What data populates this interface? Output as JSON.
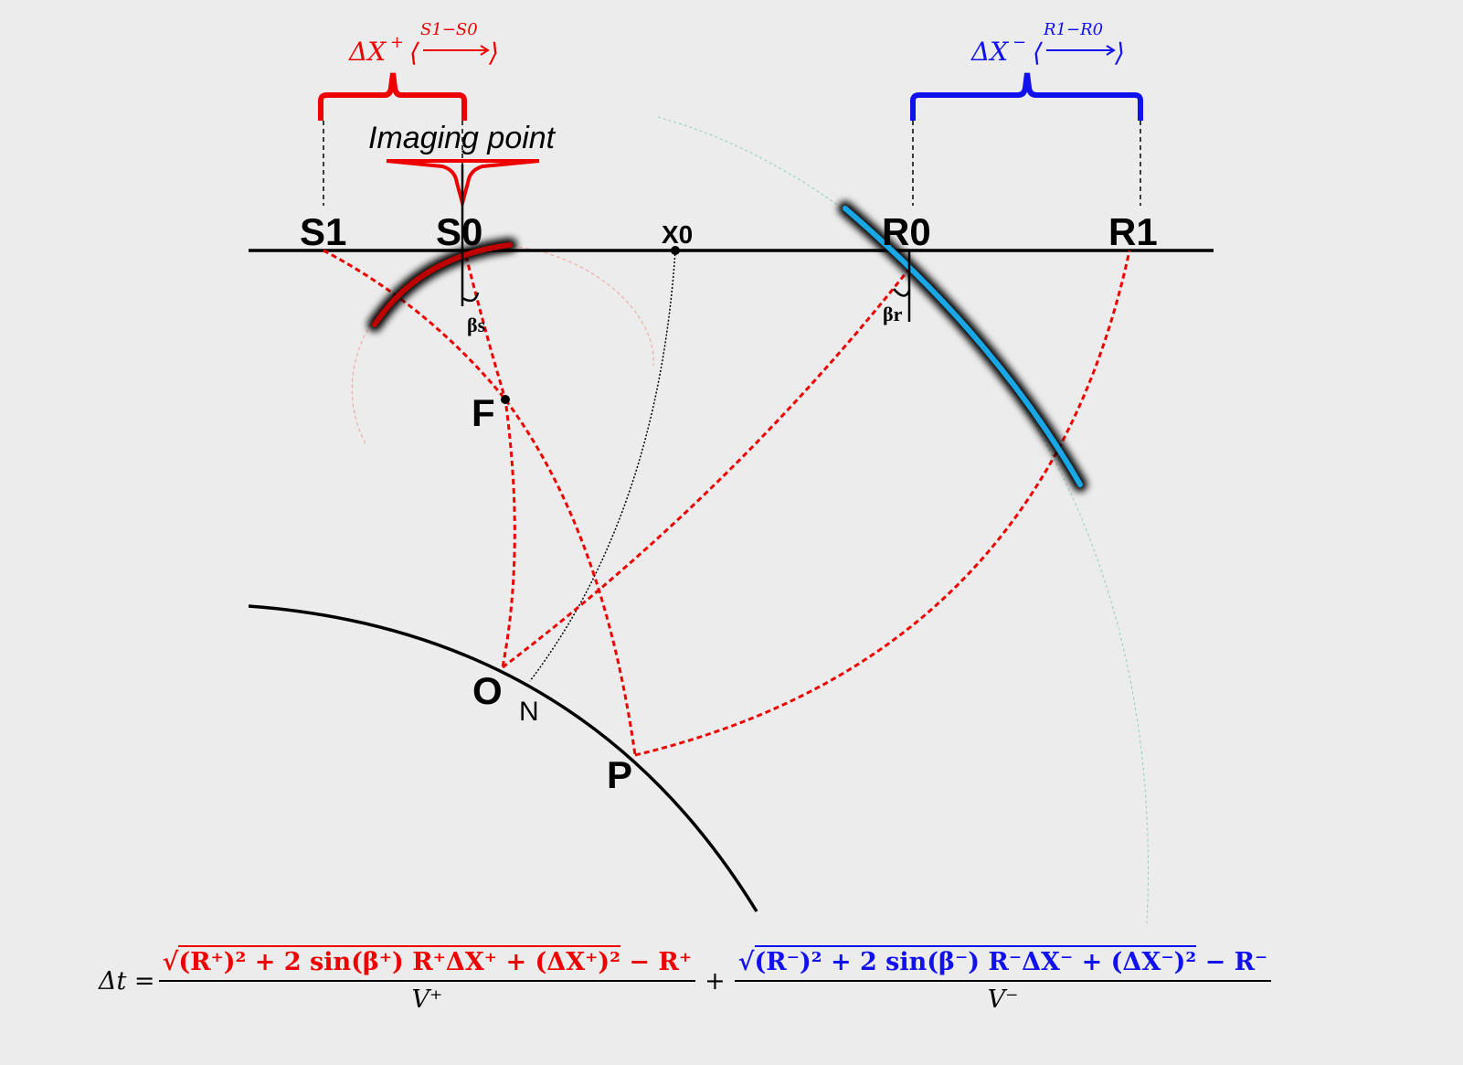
{
  "labels": {
    "S1": "S1",
    "S0": "S0",
    "X0": "X0",
    "R0": "R0",
    "R1": "R1",
    "F": "F",
    "O": "O",
    "N": "N",
    "P": "P",
    "beta_s": "βs",
    "beta_r": "βr",
    "imaging_point": "Imaging point"
  },
  "brace_left": {
    "delta": "ΔX",
    "sup": "+",
    "offset": "S1−S0"
  },
  "brace_right": {
    "delta": "ΔX",
    "sup": "−",
    "offset": "R1−R0"
  },
  "formula": {
    "lhs": "Δt =",
    "plus": "+",
    "left_num_a": "(R⁺)² + 2 sin(β⁺) R⁺ΔX⁺ + (ΔX⁺)²",
    "left_num_b": " − R⁺",
    "left_den": "V⁺",
    "right_num_a": "(R⁻)² + 2 sin(β⁻) R⁻ΔX⁻ + (ΔX⁻)²",
    "right_num_b": " − R⁻",
    "right_den": "V⁻"
  },
  "colors": {
    "source_side": "#ee0000",
    "receiver_side": "#1111ee",
    "receiver_arc": "#1aa7e6",
    "ray_path": "#ee0000",
    "background": "#ececec"
  }
}
